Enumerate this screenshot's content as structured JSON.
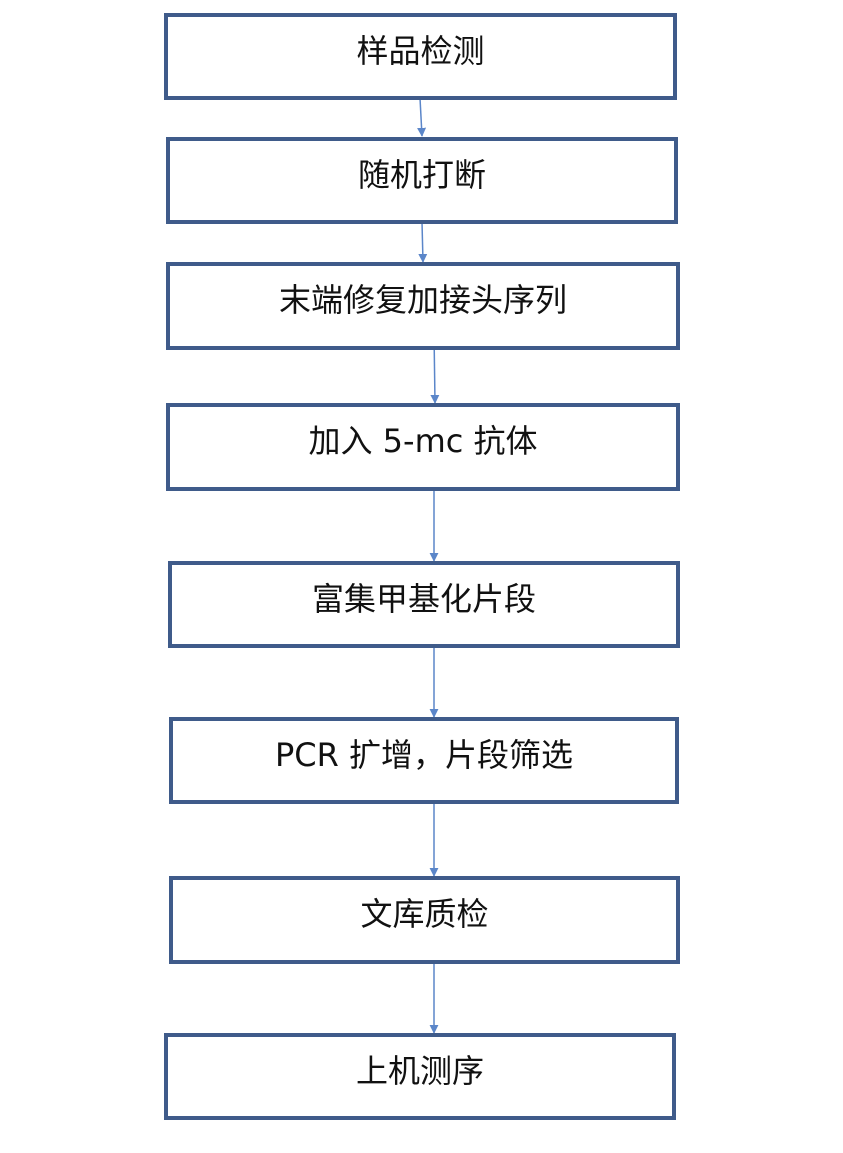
{
  "colors": {
    "box_border": "#3F5B8A",
    "arrow": "#5B86C9",
    "text": "#111111",
    "background": "#FFFFFF"
  },
  "steps": [
    {
      "label": "样品检测"
    },
    {
      "label": "随机打断"
    },
    {
      "label": "末端修复加接头序列"
    },
    {
      "label": "加入 5-mc 抗体"
    },
    {
      "label": "富集甲基化片段"
    },
    {
      "label": "PCR 扩增，片段筛选"
    },
    {
      "label": "文库质检"
    },
    {
      "label": "上机测序"
    }
  ]
}
